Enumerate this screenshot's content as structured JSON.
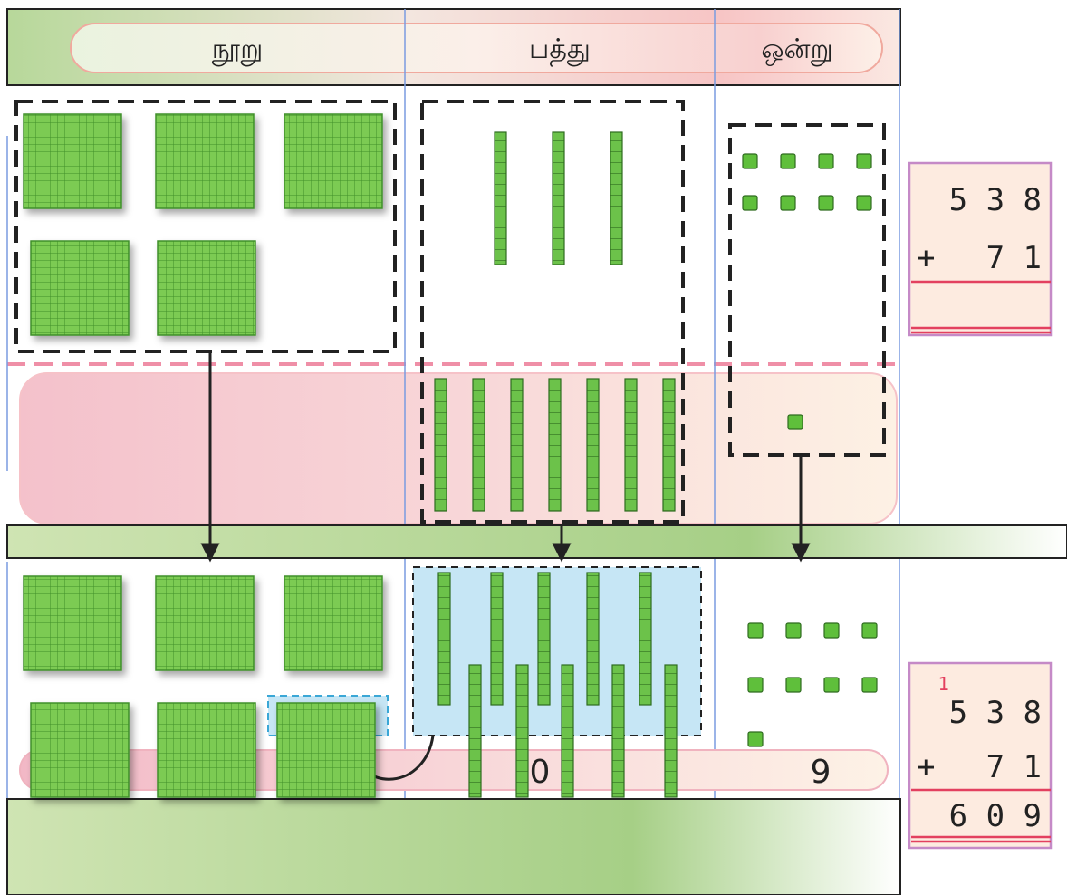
{
  "header": {
    "hundreds_label": "நூறு",
    "tens_label": "பத்து",
    "ones_label": "ஒன்று"
  },
  "problem_top": {
    "line1": "5 3 8",
    "line2_sign": "+",
    "line2": "7 1",
    "result": ""
  },
  "problem_bottom": {
    "carry": "1",
    "line1": "5 3 8",
    "line2_sign": "+",
    "line2": "7 1",
    "result": "6 0 9"
  },
  "result_row": {
    "hundreds": "6",
    "tens": "0",
    "ones": "9"
  },
  "blocks": {
    "top_hundreds": 5,
    "top_tens": 3,
    "top_ones": 8,
    "added_tens": 7,
    "added_ones": 1,
    "bottom_hundreds": 6,
    "bottom_tens": 10,
    "bottom_ones": 9
  },
  "colors": {
    "block_green": "#6cc24a",
    "block_dark": "#3f8f2a",
    "header_green": "#b5d79a",
    "pink_band": "#f5c9d0",
    "regroup_blue": "#c6e6f5",
    "red_line": "#e3405f",
    "card_border": "#c58ac7",
    "card_fill": "#fdebe0"
  }
}
